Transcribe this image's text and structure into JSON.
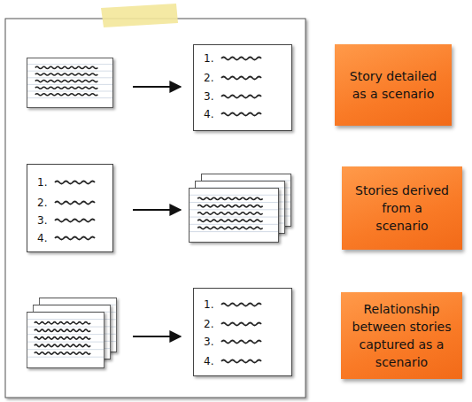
{
  "diagram": {
    "nodes": [
      {
        "text": [
          "1.",
          "2.",
          "3.",
          "4."
        ]
      },
      {
        "text": [
          "Story detailed as a scenario"
        ]
      },
      {
        "text": [
          "1.",
          "2.",
          "3.",
          "4."
        ]
      },
      {
        "text": [
          "Stories derived from a scenario"
        ]
      },
      {
        "text": [
          "1.",
          "2.",
          "3.",
          "4."
        ]
      },
      {
        "text": [
          "Relationship between stories captured as a scenario"
        ]
      }
    ]
  }
}
